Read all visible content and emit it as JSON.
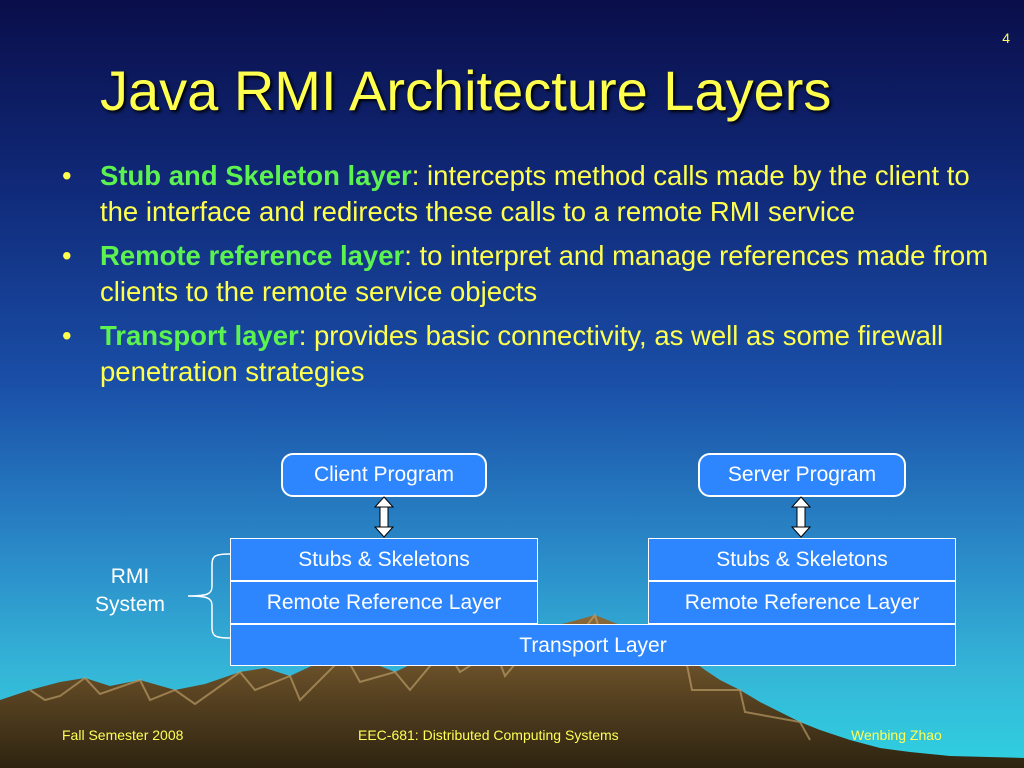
{
  "slide_number": "4",
  "title": "Java RMI Architecture Layers",
  "bullets": [
    {
      "term": "Stub and Skeleton layer",
      "text": ": intercepts method calls made by the client to the interface and redirects these calls to a remote RMI service"
    },
    {
      "term": "Remote reference layer",
      "text": ": to interpret and manage references made from clients to the remote service objects"
    },
    {
      "term": "Transport layer",
      "text": ": provides basic connectivity, as well as some firewall penetration strategies"
    }
  ],
  "diagram": {
    "client_program": "Client Program",
    "server_program": "Server Program",
    "client_stubs": "Stubs & Skeletons",
    "client_remote_ref": "Remote Reference Layer",
    "server_stubs": "Stubs & Skeletons",
    "server_remote_ref": "Remote Reference Layer",
    "transport": "Transport Layer",
    "rmi_label_line1": "RMI",
    "rmi_label_line2": "System"
  },
  "footer": {
    "left": "Fall Semester 2008",
    "center": "EEC-681: Distributed Computing Systems",
    "right": "Wenbing Zhao"
  }
}
